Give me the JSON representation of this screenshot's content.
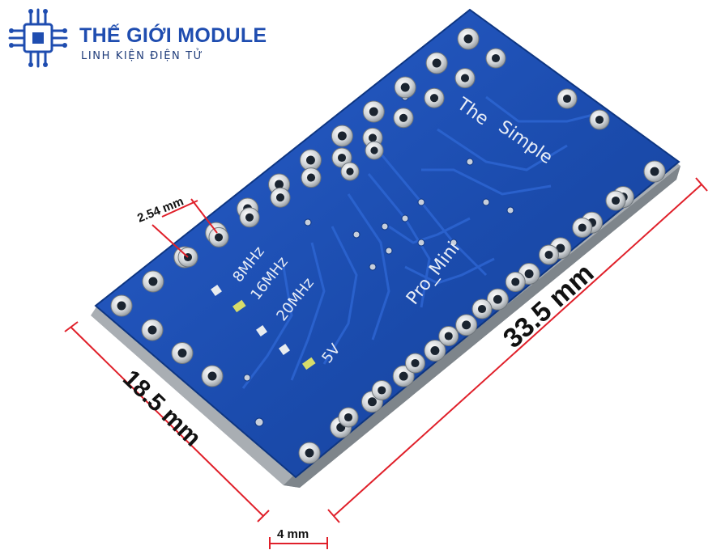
{
  "brand": {
    "title": "THẾ GIỚI MODULE",
    "subtitle": "LINH KIỆN ĐIỆN TỬ",
    "color": "#1f4db0",
    "logo_icon": "circuit-chip-logo"
  },
  "board": {
    "silkscreen_line1": "The",
    "silkscreen_line2": "Simple",
    "silkscreen_line3": "Pro_Mini",
    "freq_8": "8MHz",
    "freq_16": "16MHz",
    "freq_20": "20MHz",
    "voltage": "5V",
    "pcb_color": "#1a4fb5",
    "pad_color": "#d8dadc"
  },
  "dimensions": {
    "pitch": "2.54 mm",
    "width": "18.5 mm",
    "length": "33.5 mm",
    "thickness": "4 mm",
    "line_color": "#e0202a"
  }
}
